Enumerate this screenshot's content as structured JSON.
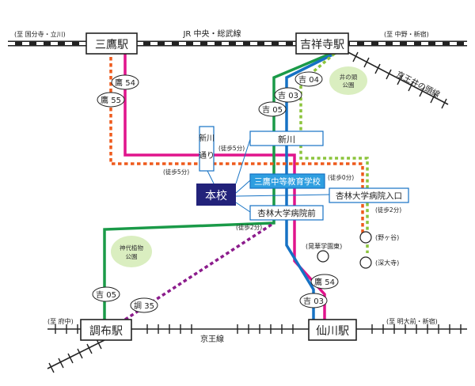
{
  "lines": {
    "jr_top": "JR 中央・総武線",
    "to_kokubunji": "(至 国分寺・立川)",
    "to_nakano": "(至 中野・新宿)",
    "keio_inokashira": "京王井の頭線",
    "keio": "京王線",
    "to_fuchu": "(至 府中)",
    "to_meidaimae": "(至 明大前・新宿)"
  },
  "stations": {
    "mitaka": "三鷹駅",
    "kichijoji": "吉祥寺駅",
    "chofu": "調布駅",
    "sengawa": "仙川駅"
  },
  "stops": {
    "shinkawa": "新川",
    "shinkawa_dori_1": "新川",
    "shinkawa_dori_2": "通り",
    "mitaka_chuto": "三鷹中等教育学校",
    "kyorin_iriguchi": "杏林大学病院入口",
    "kyorin_mae": "杏林大学病院前",
    "kokagakuen_higashi": "(晃華学園東)",
    "nogaya": "(野ヶ谷)",
    "jindaiji": "(深大寺)"
  },
  "school": "本校",
  "walk": {
    "w_shinkawa": "(徒歩5分)",
    "w_mitaka_route": "(徒歩5分)",
    "w_chuto": "(徒歩0分)",
    "w_iriguchi": "(徒歩2分)",
    "w_mae": "(徒歩2分)"
  },
  "routes": {
    "taka54_top": "鷹 54",
    "taka55": "鷹 55",
    "kichi04": "吉 04",
    "kichi03_top": "吉 03",
    "kichi05_top": "吉 05",
    "kichi05_bottom": "吉 05",
    "cho35": "調 35",
    "taka54_bottom": "鷹 54",
    "kichi03_bottom": "吉 03"
  },
  "parks": {
    "inokashira_1": "井の頭",
    "inokashira_2": "公園",
    "jindai_1": "神代植物",
    "jindai_2": "公園"
  },
  "colors": {
    "magenta": "#e0148c",
    "green": "#1a9a48",
    "blue": "#1672c4",
    "orange": "#ee5a1c",
    "lime": "#8cc43c",
    "purple": "#8c1c8c",
    "school": "#22227a",
    "stop_fill": "#2e9ee0",
    "park": "#daeec0"
  }
}
